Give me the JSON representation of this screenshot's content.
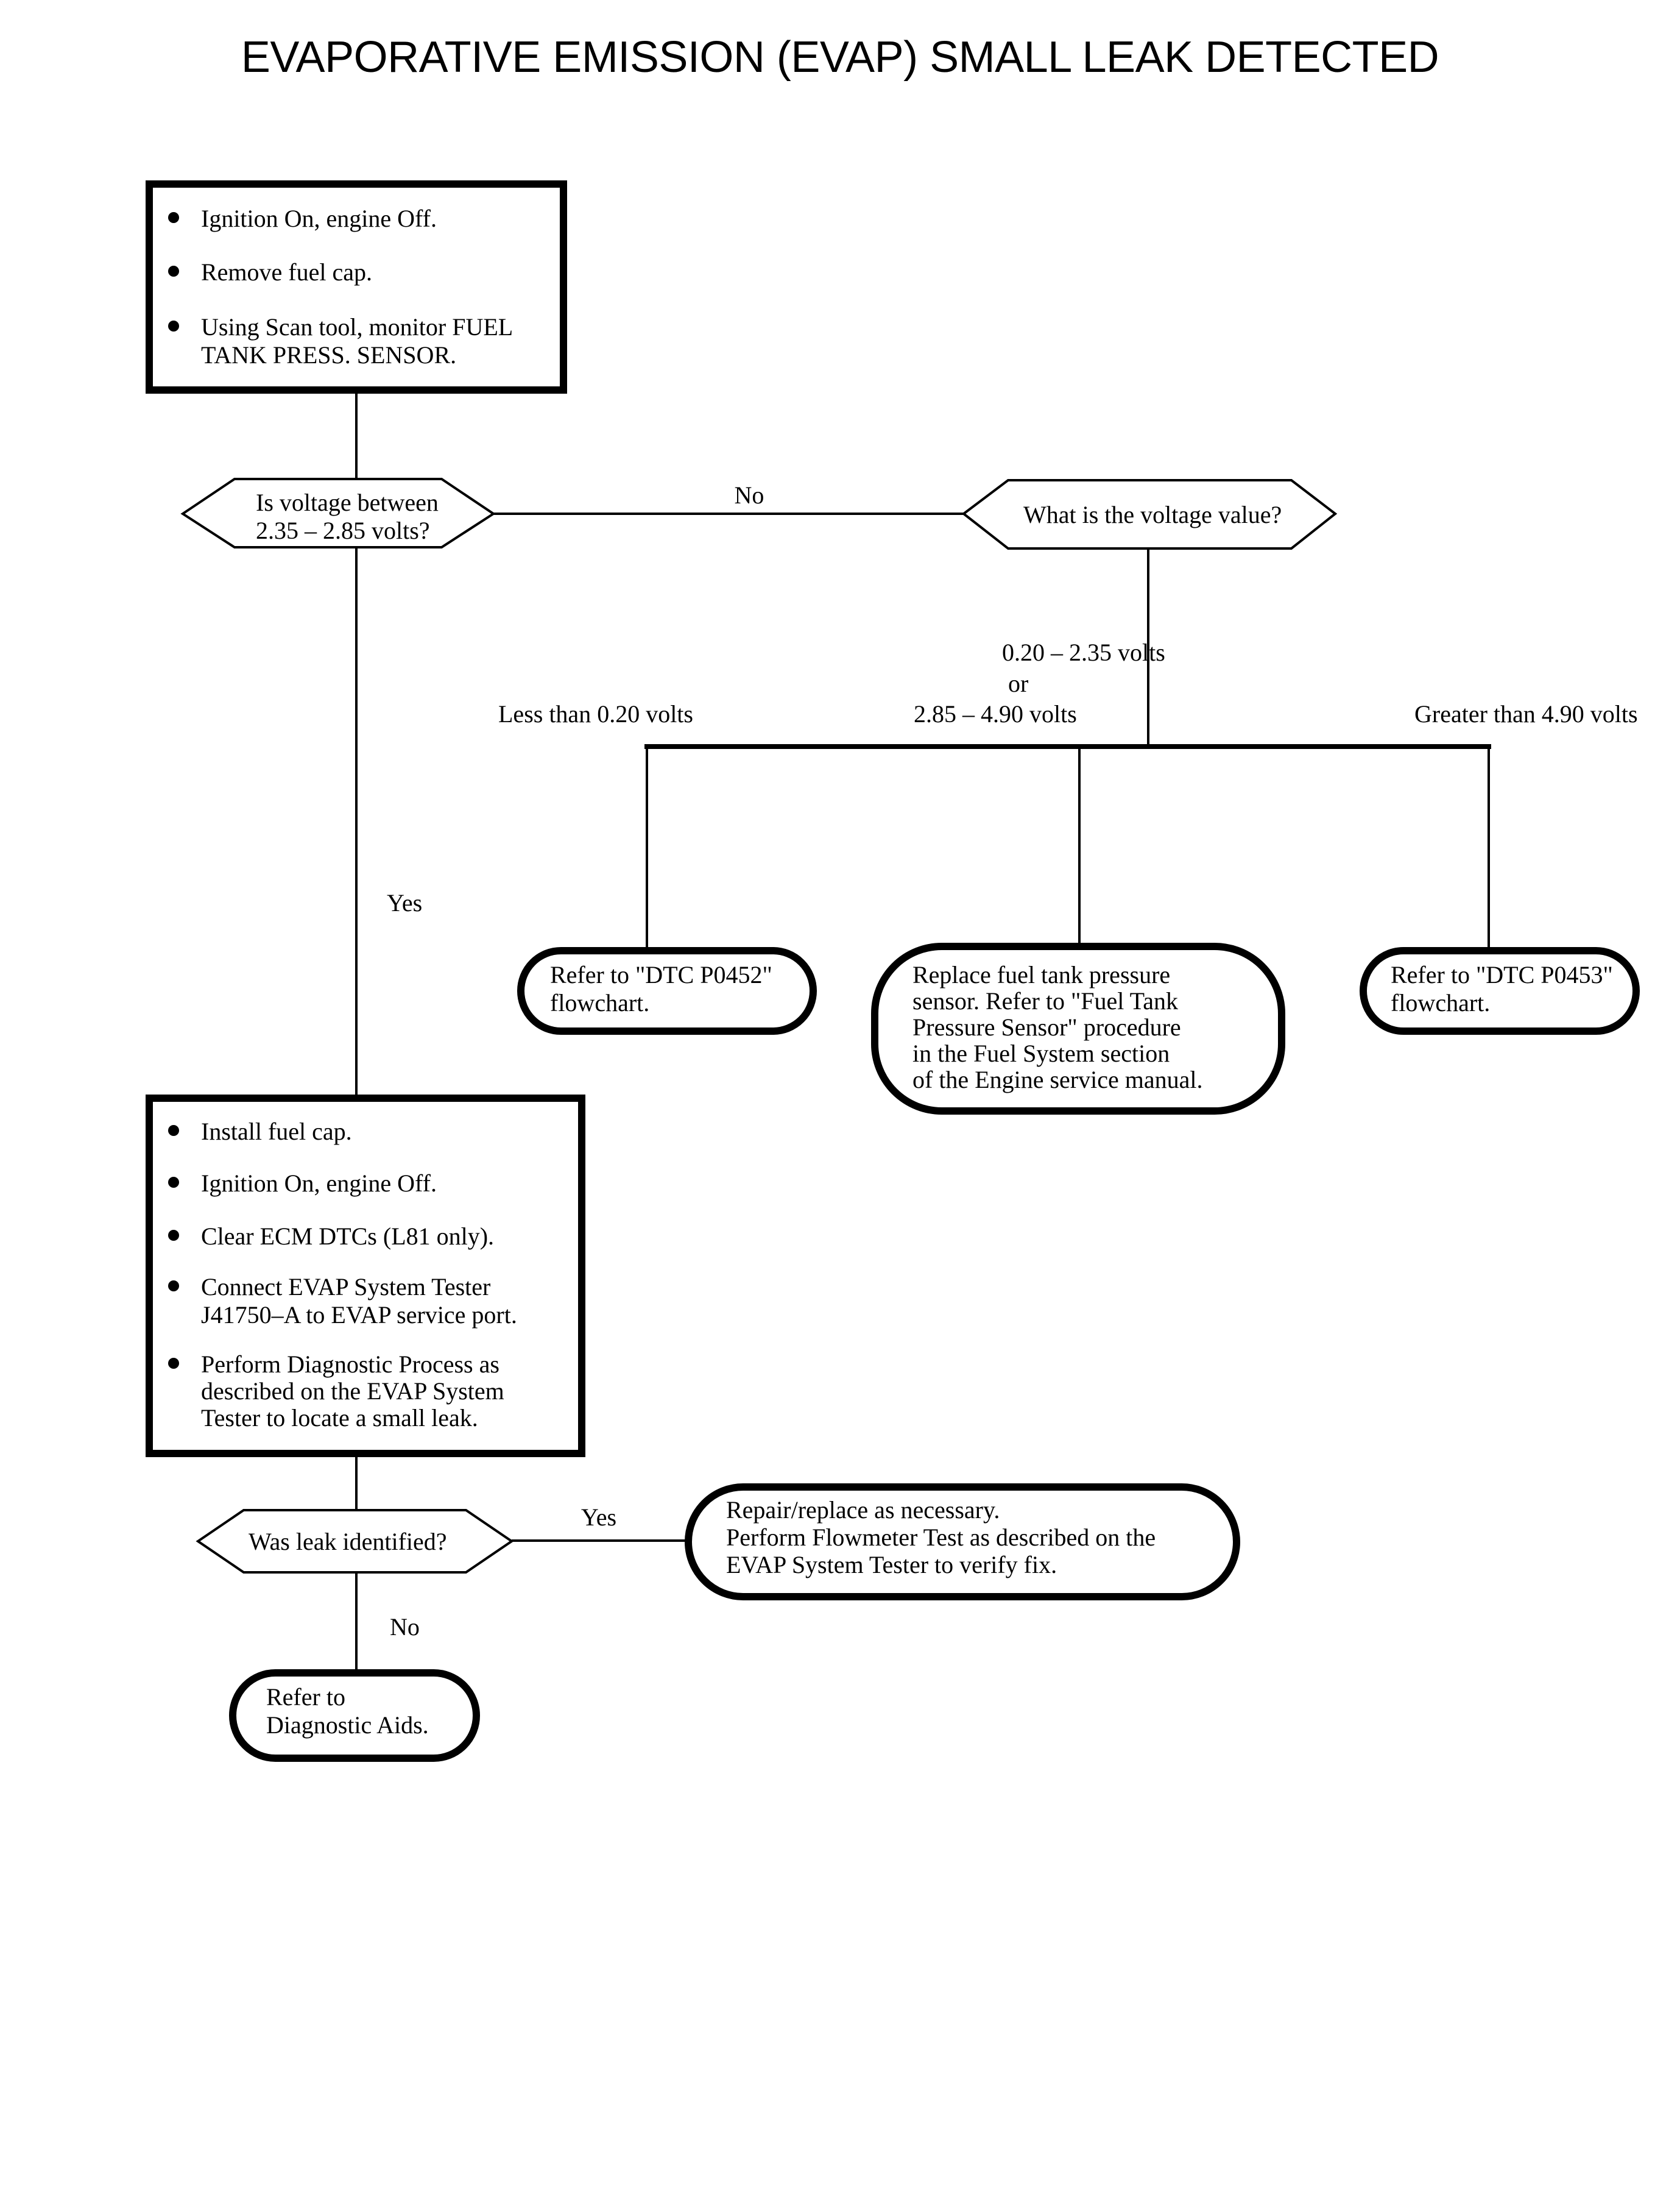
{
  "title": "EVAPORATIVE EMISSION (EVAP) SMALL LEAK DETECTED",
  "chart_data": {
    "type": "diagram",
    "diagram_kind": "flowchart",
    "title": "EVAPORATIVE EMISSION (EVAP) SMALL LEAK DETECTED",
    "nodes": [
      {
        "id": "step1",
        "shape": "rectangle",
        "bullets": [
          "Ignition On, engine Off.",
          "Remove fuel cap.",
          "Using Scan tool, monitor FUEL TANK PRESS. SENSOR."
        ]
      },
      {
        "id": "dec1",
        "shape": "hexagon",
        "text": "Is voltage between 2.35 – 2.85 volts?"
      },
      {
        "id": "dec2",
        "shape": "hexagon",
        "text": "What is the voltage value?"
      },
      {
        "id": "res1",
        "shape": "rounded",
        "text": "Refer to \"DTC P0452\" flowchart."
      },
      {
        "id": "res2",
        "shape": "rounded",
        "text": "Replace fuel tank pressure sensor. Refer to \"Fuel Tank Pressure Sensor\" procedure in the Fuel System section of the Engine service manual."
      },
      {
        "id": "res3",
        "shape": "rounded",
        "text": "Refer to \"DTC P0453\" flowchart."
      },
      {
        "id": "step2",
        "shape": "rectangle",
        "bullets": [
          "Install fuel cap.",
          "Ignition On, engine Off.",
          "Clear ECM DTCs (L81 only).",
          "Connect EVAP System Tester J41750–A to EVAP service port.",
          "Perform Diagnostic Process as described on the EVAP System Tester to locate a small leak."
        ]
      },
      {
        "id": "dec3",
        "shape": "hexagon",
        "text": "Was leak identified?"
      },
      {
        "id": "res4",
        "shape": "rounded",
        "text": "Repair/replace as necessary. Perform Flowmeter Test as described on the EVAP System Tester to verify fix."
      },
      {
        "id": "res5",
        "shape": "rounded",
        "text": "Refer to Diagnostic Aids."
      }
    ],
    "edges": [
      {
        "from": "step1",
        "to": "dec1",
        "label": ""
      },
      {
        "from": "dec1",
        "to": "dec2",
        "label": "No"
      },
      {
        "from": "dec1",
        "to": "step2",
        "label": "Yes"
      },
      {
        "from": "dec2",
        "to": "res1",
        "label": "Less than 0.20 volts"
      },
      {
        "from": "dec2",
        "to": "res2",
        "label": "0.20 – 2.35 volts or 2.85 – 4.90 volts"
      },
      {
        "from": "dec2",
        "to": "res3",
        "label": "Greater than 4.90 volts"
      },
      {
        "from": "step2",
        "to": "dec3",
        "label": ""
      },
      {
        "from": "dec3",
        "to": "res4",
        "label": "Yes"
      },
      {
        "from": "dec3",
        "to": "res5",
        "label": "No"
      }
    ]
  },
  "step1": {
    "bullet1": "Ignition On, engine Off.",
    "bullet2": "Remove fuel cap.",
    "bullet3_line1": "Using Scan tool, monitor FUEL",
    "bullet3_line2": "TANK PRESS. SENSOR."
  },
  "decision1": {
    "line1": "Is voltage between",
    "line2": "2.35 – 2.85 volts?"
  },
  "decision2": {
    "line1": "What is the voltage value?"
  },
  "labels": {
    "no_top": "No",
    "yes_left": "Yes",
    "branch_left": "Less than 0.20 volts",
    "branch_mid_line1": "0.20 – 2.35 volts",
    "branch_mid_line2": "or",
    "branch_mid_line3": "2.85 – 4.90 volts",
    "branch_right": "Greater than 4.90 volts",
    "yes_leak": "Yes",
    "no_leak": "No"
  },
  "result1": {
    "line1": "Refer to \"DTC P0452\"",
    "line2": "flowchart."
  },
  "result2": {
    "line1": "Replace fuel tank pressure",
    "line2": "sensor. Refer to \"Fuel Tank",
    "line3": "Pressure Sensor\" procedure",
    "line4": "in the Fuel System section",
    "line5": "of the Engine service manual."
  },
  "result3": {
    "line1": "Refer to \"DTC P0453\"",
    "line2": "flowchart."
  },
  "step2": {
    "bullet1": "Install fuel cap.",
    "bullet2": "Ignition On, engine Off.",
    "bullet3": "Clear ECM DTCs (L81 only).",
    "bullet4_line1": "Connect EVAP System Tester",
    "bullet4_line2": "J41750–A to EVAP service port.",
    "bullet5_line1": "Perform Diagnostic Process as",
    "bullet5_line2": "described on the EVAP System",
    "bullet5_line3": "Tester to locate a small leak."
  },
  "decision3": {
    "line1": "Was leak identified?"
  },
  "result4": {
    "line1": "Repair/replace as necessary.",
    "line2": "Perform Flowmeter Test as described on the",
    "line3": "EVAP System Tester to verify fix."
  },
  "result5": {
    "line1": "Refer to",
    "line2": "Diagnostic Aids."
  },
  "colors": {
    "ink": "#000000",
    "paper": "#ffffff"
  }
}
